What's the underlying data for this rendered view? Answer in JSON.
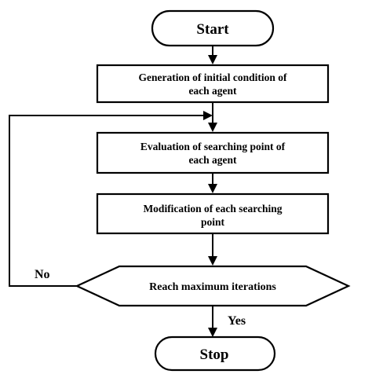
{
  "nodes": {
    "start": "Start",
    "init": [
      "Generation of initial condition of",
      "each agent"
    ],
    "evaluate": [
      "Evaluation of searching point of",
      "each agent"
    ],
    "modify": [
      "Modification of each searching",
      "point"
    ],
    "decision": "Reach maximum iterations",
    "stop": "Stop"
  },
  "edges": {
    "no_label": "No",
    "yes_label": "Yes"
  }
}
